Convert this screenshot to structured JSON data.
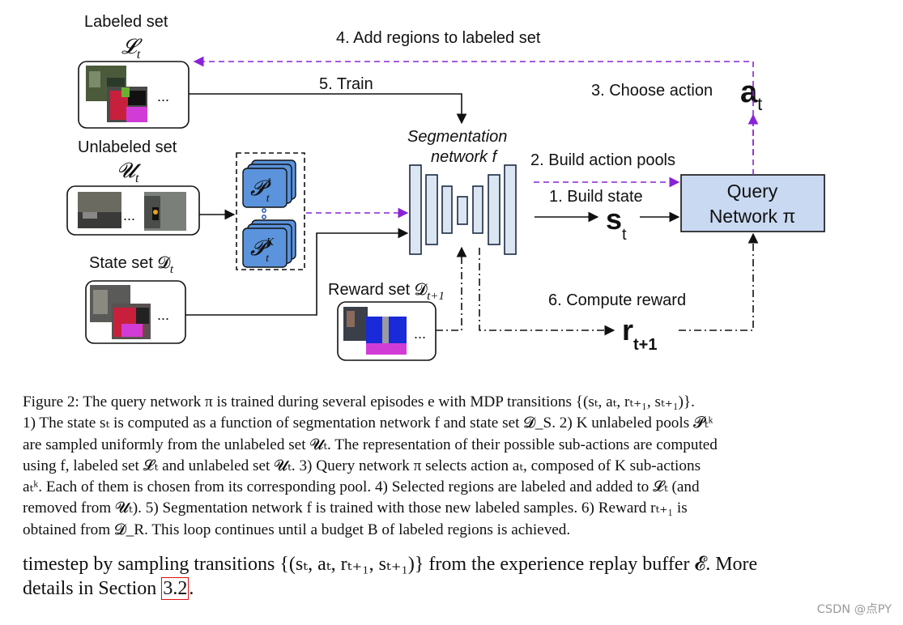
{
  "figure": {
    "labels": {
      "labeled_set": "Labeled set",
      "labeled_sym": "𝓛",
      "labeled_sub": "t",
      "unlabeled_set": "Unlabeled set",
      "unlabeled_sym": "𝓤",
      "unlabeled_sub": "t",
      "state_set": "State set 𝓓",
      "state_sub": "t",
      "reward_set": "Reward set 𝓓",
      "reward_sub": "t+1",
      "seg_line1": "Segmentation",
      "seg_line2": "network f",
      "query_line1": "Query",
      "query_line2": "Network π",
      "pool_top_sym": "𝓟",
      "pool_top_sup": "1",
      "pool_bot_sup": "K",
      "pool_sub": "t",
      "ellipsis": "...",
      "state_s": "s",
      "action_a": "a",
      "action_sub": "t",
      "reward_r": "r"
    },
    "steps": {
      "step1": "1.  Build state",
      "step2": "2.  Build action pools",
      "step3": "3.  Choose action",
      "step4": "4.  Add regions to labeled set",
      "step5": "5.  Train",
      "step6": "6.  Compute reward"
    },
    "colors": {
      "purple_dashed": "#8a22d6",
      "network_fill": "#dce6f2",
      "network_stroke": "#1a2a44",
      "query_fill": "#c9d9f2",
      "pool_fill": "#5b93dc",
      "seg_magenta": "#d23cd6",
      "seg_red": "#c8203c",
      "seg_blue": "#1a2ad8"
    }
  },
  "caption": {
    "l1": "Figure 2: The query network π is trained during several episodes e with MDP transitions {(sₜ, aₜ, rₜ₊₁, sₜ₊₁)}.",
    "l2": "1) The state sₜ is computed as a function of segmentation network f and state set 𝓓_S. 2) K unlabeled pools 𝓟ₜᵏ",
    "l3": "are sampled uniformly from the unlabeled set 𝓤ₜ. The representation of their possible sub-actions are computed",
    "l4": "using f, labeled set 𝓛ₜ and unlabeled set 𝓤ₜ. 3) Query network π selects action aₜ, composed of K sub-actions",
    "l5": "aₜᵏ. Each of them is chosen from its corresponding pool. 4) Selected regions are labeled and added to 𝓛ₜ (and",
    "l6": "removed from 𝓤ₜ). 5) Segmentation network f is trained with those new labeled samples. 6) Reward rₜ₊₁ is",
    "l7": "obtained from 𝓓_R. This loop continues until a budget B of labeled regions is achieved."
  },
  "body": {
    "l1": "timestep by sampling transitions {(sₜ, aₜ, rₜ₊₁, sₜ₊₁)} from the experience replay buffer 𝓔. More",
    "l2_prefix": "details in Section ",
    "section_ref": "3.2",
    "l2_suffix": "."
  },
  "watermark": "CSDN @点PY"
}
